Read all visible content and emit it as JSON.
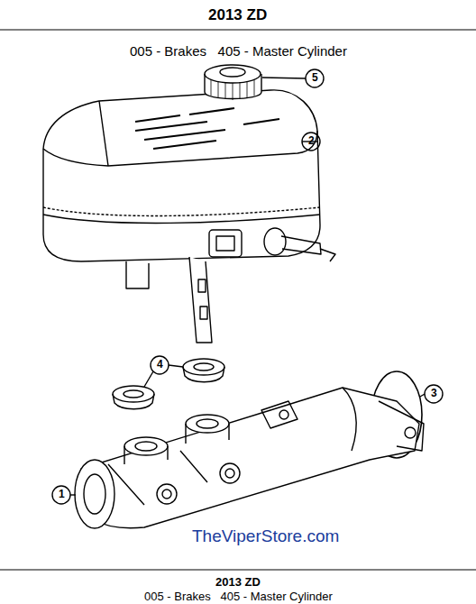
{
  "diagram": {
    "title": "2013 ZD",
    "labels": [
      "005 - Brakes   405 - Master Cylinder",
      "5",
      "2",
      "4",
      "3",
      "1",
      "TheViperStore.com",
      "2013 ZD",
      "005 - Brakes   405 - Master Cylinder"
    ]
  }
}
